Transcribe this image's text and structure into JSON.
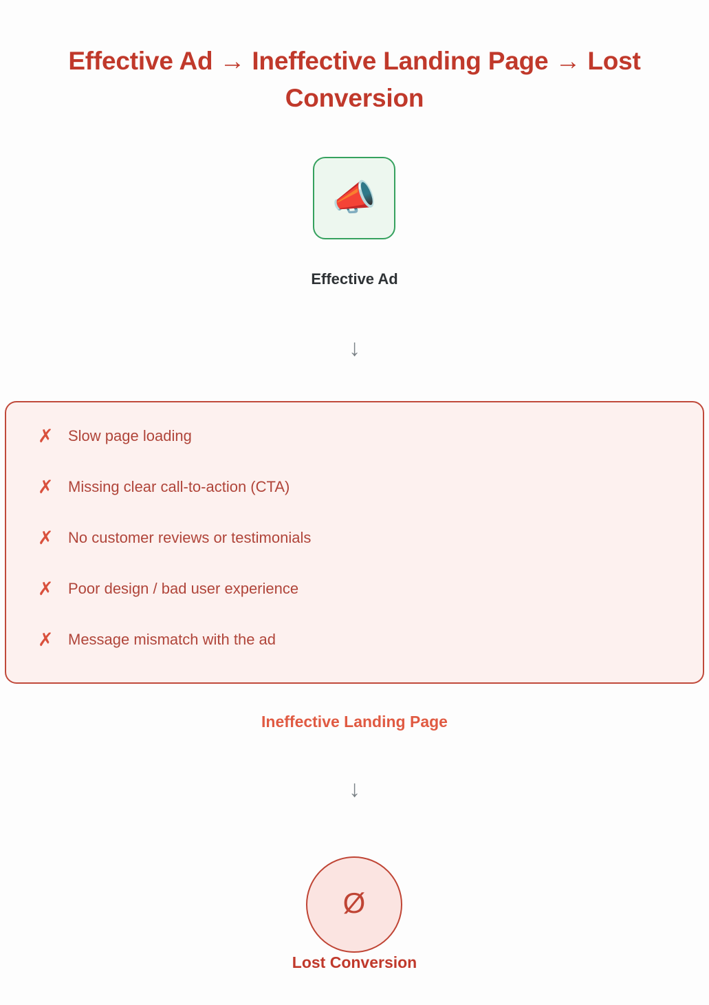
{
  "title": "Effective Ad → Ineffective Landing Page → Lost Conversion",
  "colors": {
    "background": "#fdfdfd",
    "title_red": "#c0392b",
    "brick_red": "#c0493a",
    "panel_fill": "#fdf1ef",
    "issue_text": "#b0453a",
    "x_mark": "#d9503c",
    "stage_label_light": "#e05a42",
    "green_border": "#35a15e",
    "green_fill": "#edf7ef",
    "arrow_gray": "#7b8287",
    "circle_fill": "#fbe4e1",
    "circle_border": "#bf4434",
    "dark_text": "#2f3336"
  },
  "stage_ad": {
    "icon": "megaphone-emoji",
    "icon_glyph": "📣",
    "label": "Effective Ad"
  },
  "connector_1": {
    "icon": "down-arrow-icon",
    "glyph": "↓"
  },
  "stage_landing_page": {
    "label": "Ineffective Landing Page",
    "x_glyph": "✗",
    "issues": [
      "Slow page loading",
      "Missing clear call-to-action (CTA)",
      "No customer reviews or testimonials",
      "Poor design / bad user experience",
      "Message mismatch with the ad"
    ]
  },
  "connector_2": {
    "icon": "down-arrow-icon",
    "glyph": "↓"
  },
  "stage_lost_conversion": {
    "glyph": "Ø",
    "label": "Lost Conversion"
  }
}
